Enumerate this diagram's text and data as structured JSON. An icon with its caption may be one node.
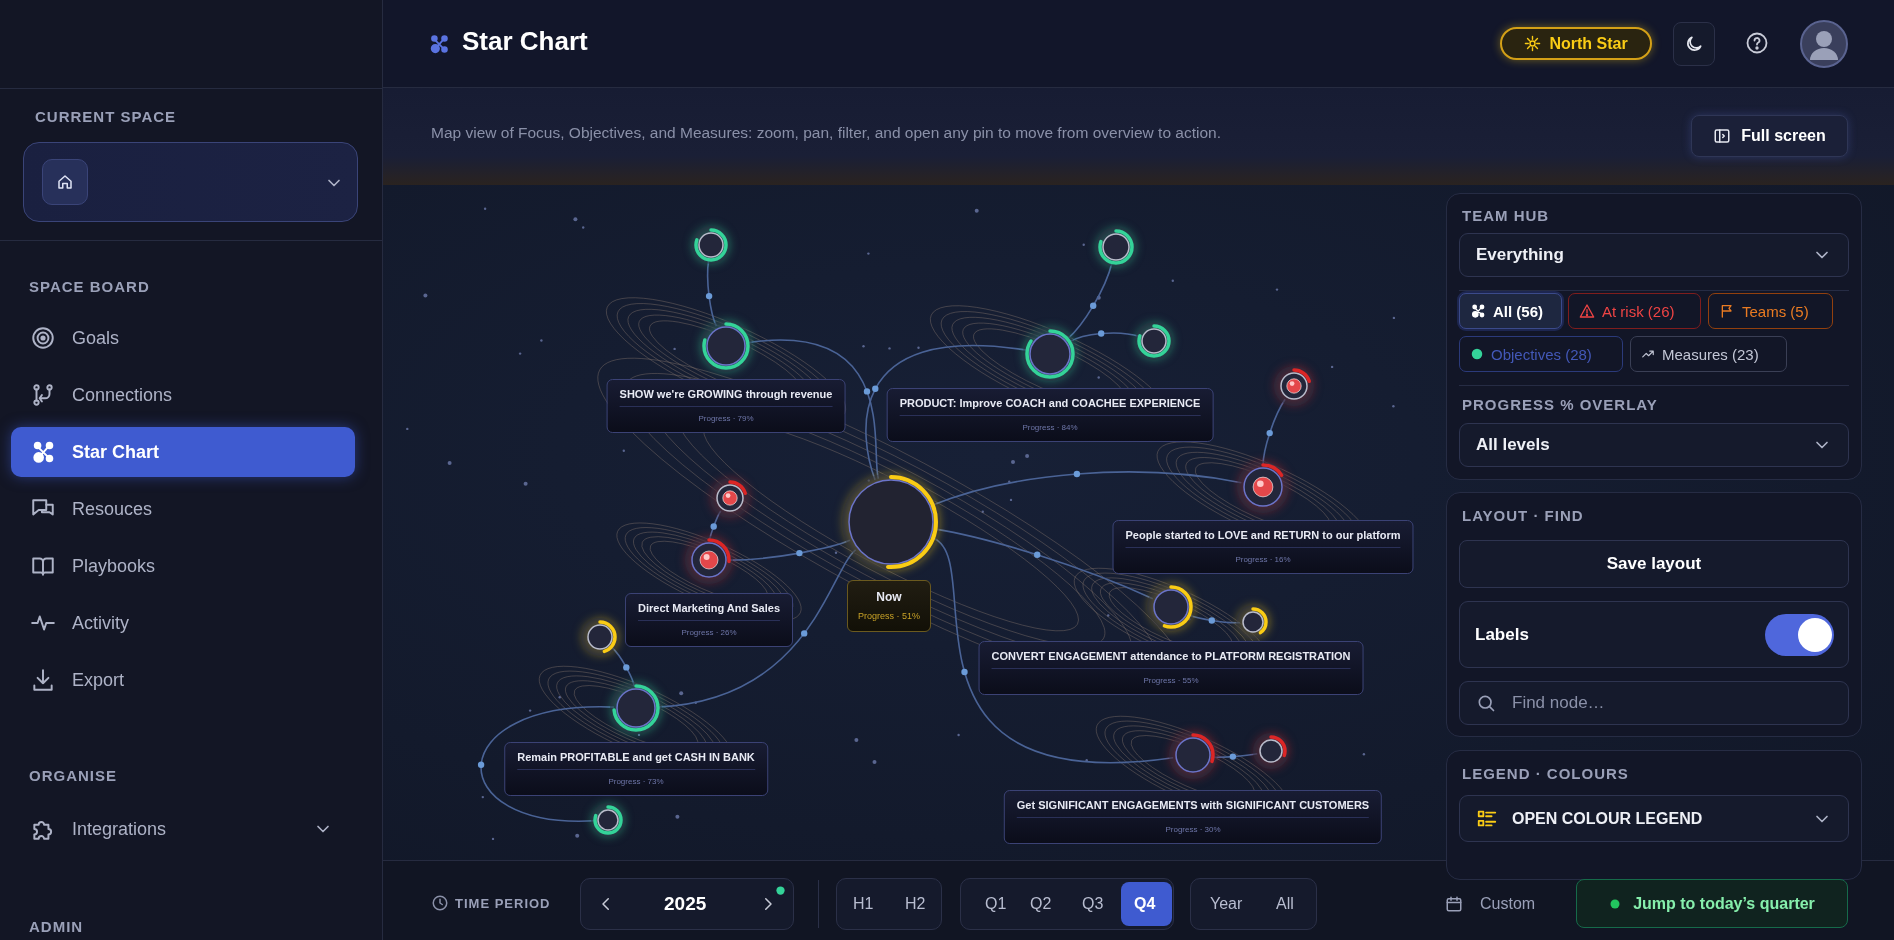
{
  "diagram": {
    "nodes": [
      {
        "text": [],
        "shape": "circle"
      },
      {
        "text": [],
        "shape": "circle"
      },
      {
        "text": [],
        "shape": "circle"
      },
      {
        "text": [],
        "shape": "circle"
      },
      {
        "text": [],
        "shape": "circle"
      },
      {
        "text": [
          "SHOW we're GROWING through revenue",
          "Progress · 79%"
        ]
      },
      {
        "text": [],
        "shape": "circle"
      },
      {
        "text": [
          "PRODUCT: Improve COACH and COACHEE EXPERIENCE",
          "Progress · 84%"
        ]
      },
      {
        "text": [],
        "shape": "circle"
      },
      {
        "text": [],
        "shape": "circle"
      },
      {
        "text": [],
        "shape": "circle"
      },
      {
        "text": [
          "People started to LOVE and RETURN to our platform",
          "Progress · 16%"
        ]
      },
      {
        "text": [],
        "shape": "circle"
      },
      {
        "text": [
          "Direct Marketing And Sales",
          "Progress · 26%"
        ]
      },
      {
        "text": [
          "Now",
          "Progress · 51%"
        ]
      },
      {
        "text": [],
        "shape": "circle"
      },
      {
        "text": [],
        "shape": "circle"
      },
      {
        "text": [],
        "shape": "circle"
      },
      {
        "text": [
          "CONVERT ENGAGEMENT attendance to PLATFORM REGISTRATION",
          "Progress · 55%"
        ]
      },
      {
        "text": [],
        "shape": "circle"
      },
      {
        "text": [
          "Remain PROFITABLE and get CASH IN BANK",
          "Progress · 73%"
        ]
      },
      {
        "text": [],
        "shape": "circle"
      },
      {
        "text": [],
        "shape": "circle"
      },
      {
        "text": [],
        "shape": "circle"
      },
      {
        "text": [
          "Get SIGNIFICANT ENGAGEMENTS with SIGNIFICANT CUSTOMERS",
          "Progress · 30%"
        ]
      }
    ],
    "edges": [
      {
        "from": 0,
        "to": 3,
        "arrow": "none"
      },
      {
        "from": 1,
        "to": 4,
        "arrow": "none"
      },
      {
        "from": 4,
        "to": 2,
        "arrow": "none"
      },
      {
        "from": 3,
        "to": 10,
        "arrow": "none"
      },
      {
        "from": 4,
        "to": 10,
        "arrow": "none"
      },
      {
        "from": 6,
        "to": 9,
        "arrow": "none"
      },
      {
        "from": 8,
        "to": 12,
        "arrow": "none"
      },
      {
        "from": 12,
        "to": 10,
        "arrow": "none"
      },
      {
        "from": 10,
        "to": 9,
        "arrow": "none"
      },
      {
        "from": 10,
        "to": 15,
        "arrow": "none"
      },
      {
        "from": 15,
        "to": 17,
        "arrow": "none"
      },
      {
        "from": 10,
        "to": 22,
        "arrow": "none"
      },
      {
        "from": 22,
        "to": 21,
        "arrow": "none"
      },
      {
        "from": 10,
        "to": 19,
        "arrow": "none"
      },
      {
        "from": 16,
        "to": 19,
        "arrow": "none"
      },
      {
        "from": 19,
        "to": 23,
        "arrow": "none"
      }
    ],
    "labels": [
      "Star Chart",
      "North Star",
      "Map view of Focus, Objectives, and Measures: zoom, pan, filter, and open any pin to move from overview to action.",
      "Full screen",
      "CURRENT SPACE",
      "SPACE BOARD",
      "Goals",
      "Connections",
      "Star Chart",
      "Resouces",
      "Playbooks",
      "Activity",
      "Export",
      "ORGANISE",
      "Integrations",
      "ADMIN",
      "TEAM HUB",
      "Everything",
      "All (56)",
      "At risk (26)",
      "Teams (5)",
      "Objectives (28)",
      "Measures (23)",
      "PROGRESS % OVERLAY",
      "All levels",
      "LAYOUT · FIND",
      "Save layout",
      "Labels",
      "Find node…",
      "LEGEND · COLOURS",
      "OPEN COLOUR LEGEND",
      "TIME PERIOD",
      "2025",
      "H1",
      "H2",
      "Q1",
      "Q2",
      "Q3",
      "Q4",
      "Year",
      "All",
      "Custom",
      "Jump to today’s quarter"
    ]
  }
}
